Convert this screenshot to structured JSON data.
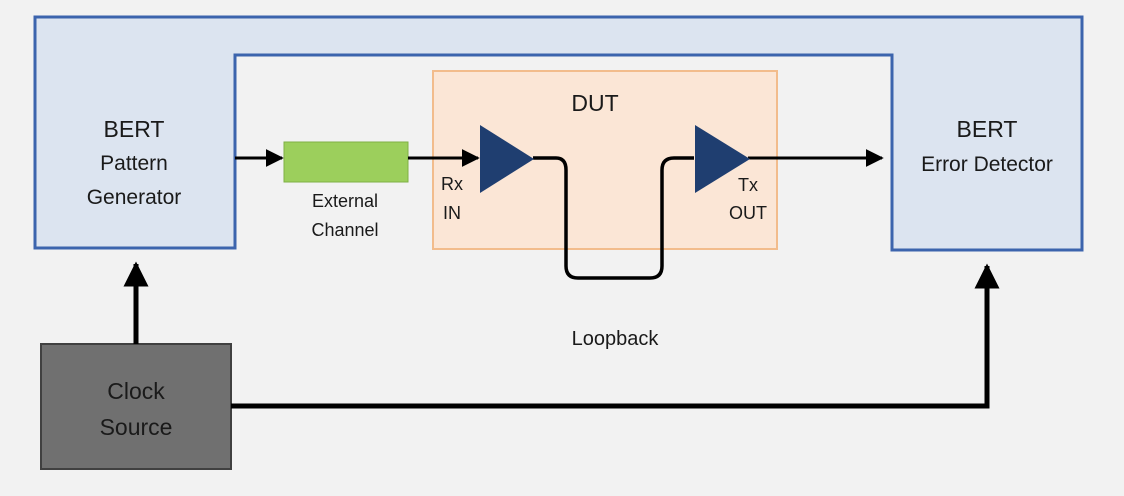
{
  "bert_generator": {
    "line1": "BERT",
    "line2": "Pattern",
    "line3": "Generator"
  },
  "bert_detector": {
    "line1": "BERT",
    "line2": "Error Detector"
  },
  "dut": {
    "title": "DUT"
  },
  "external_channel": {
    "line1": "External",
    "line2": "Channel"
  },
  "rx": {
    "line1": "Rx",
    "line2": "IN"
  },
  "tx": {
    "line1": "Tx",
    "line2": "OUT"
  },
  "loopback": {
    "label": "Loopback"
  },
  "clock_source": {
    "line1": "Clock",
    "line2": "Source"
  },
  "colors": {
    "bert_fill": "#dce4f0",
    "bert_stroke": "#3c64ad",
    "dut_fill": "#fbe6d6",
    "dut_stroke": "#f2bc8c",
    "channel_fill": "#9ccf5c",
    "buffer_fill": "#1f3e70",
    "clock_fill": "#707070"
  }
}
